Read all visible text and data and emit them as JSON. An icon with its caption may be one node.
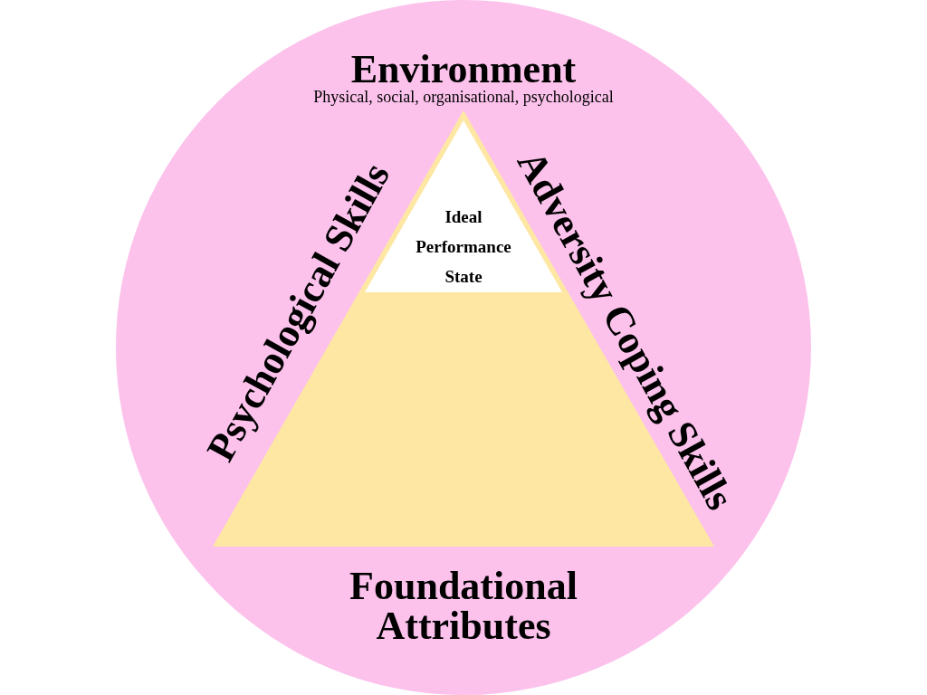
{
  "diagram": {
    "nodes": [
      {
        "text": [
          "Environment",
          "Physical, social, organisational, psychological"
        ]
      },
      {
        "text": [],
        "shape": "triangle",
        "in": 0,
        "beside": [
          "Psychological Skills",
          "Adversity Coping Skills",
          "Foundational Attributes"
        ]
      },
      {
        "text": [
          "Ideal Performance State"
        ],
        "in": 1
      }
    ]
  }
}
